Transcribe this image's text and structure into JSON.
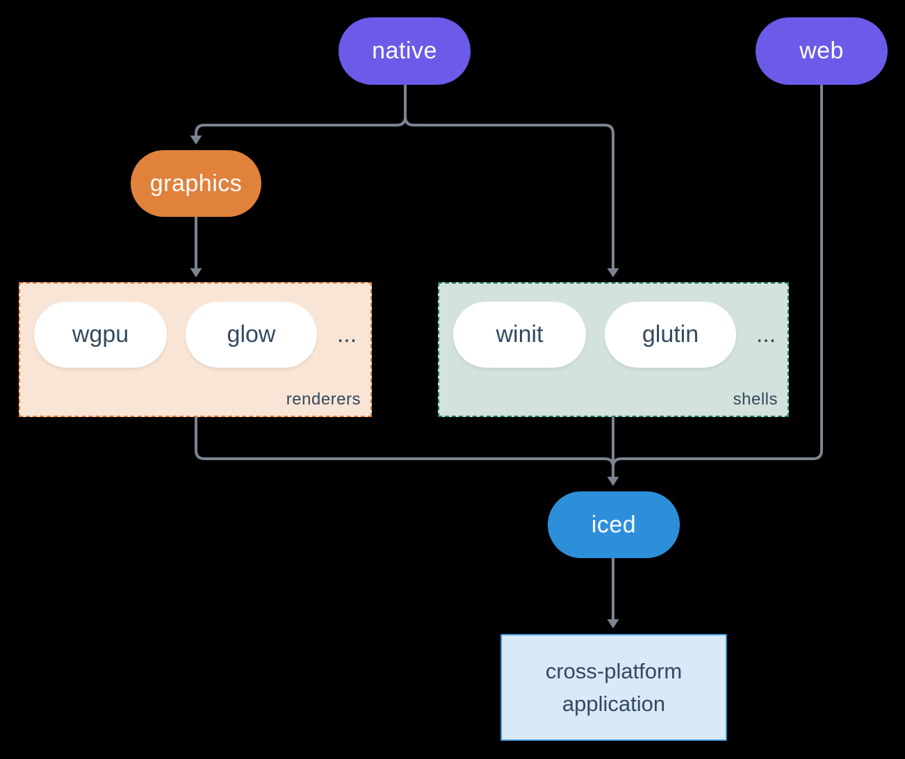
{
  "diagram": {
    "title_hint": "iced ecosystem overview",
    "background_color": "#000000",
    "connector_color": "#7a8591",
    "nodes": {
      "native": {
        "label": "native",
        "color": "#6b5be8",
        "text_color": "#ffffff"
      },
      "web": {
        "label": "web",
        "color": "#6b5be8",
        "text_color": "#ffffff"
      },
      "graphics": {
        "label": "graphics",
        "color": "#e0813c",
        "text_color": "#ffffff"
      },
      "iced": {
        "label": "iced",
        "color": "#2d8fda",
        "text_color": "#ffffff"
      }
    },
    "groups": {
      "renderers": {
        "label": "renderers",
        "pills": [
          "wgpu",
          "glow"
        ],
        "more": "...",
        "background": "#f9e5d6",
        "border_color": "#e0813c",
        "pill_text_color": "#34495e"
      },
      "shells": {
        "label": "shells",
        "pills": [
          "winit",
          "glutin"
        ],
        "more": "...",
        "background": "#d3e2dc",
        "border_color": "#21796a",
        "pill_text_color": "#34495e"
      }
    },
    "app_box": {
      "line1": "cross-platform",
      "line2": "application",
      "background": "#d8e9f8",
      "border_color": "#3e8ed0",
      "text_color": "#34495e"
    },
    "edges": [
      {
        "from": "native",
        "to": "graphics"
      },
      {
        "from": "native",
        "to": "shells"
      },
      {
        "from": "graphics",
        "to": "renderers"
      },
      {
        "from": "renderers",
        "to": "iced"
      },
      {
        "from": "shells",
        "to": "iced"
      },
      {
        "from": "web",
        "to": "iced"
      },
      {
        "from": "iced",
        "to": "cross-platform application"
      }
    ]
  }
}
